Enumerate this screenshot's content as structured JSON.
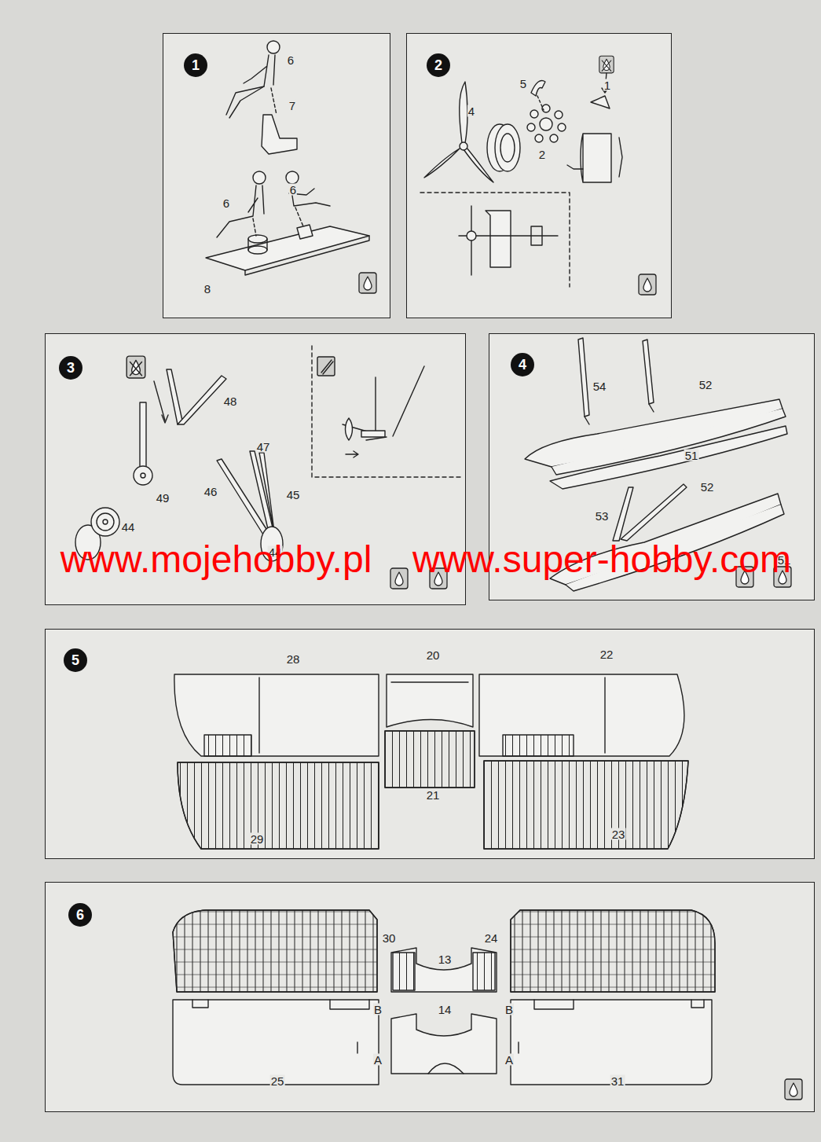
{
  "diagram": {
    "nodes": [
      {
        "text": [
          "1"
        ]
      },
      {
        "text": [
          "2"
        ]
      },
      {
        "text": [
          "3"
        ]
      },
      {
        "text": [
          "4"
        ]
      },
      {
        "text": [
          "5"
        ]
      },
      {
        "text": [
          "6"
        ]
      }
    ],
    "labels": [
      "6",
      "7",
      "6",
      "6",
      "8",
      "5",
      "1",
      "4",
      "2",
      "48",
      "49",
      "47",
      "46",
      "45",
      "44",
      "44",
      "54",
      "52",
      "51",
      "52",
      "53",
      "51",
      "28",
      "20",
      "22",
      "21",
      "29",
      "23",
      "30",
      "13",
      "24",
      "B",
      "14",
      "B",
      "A",
      "A",
      "25",
      "31",
      "www.mojehobby.pl",
      "www.super-hobby.com"
    ]
  }
}
